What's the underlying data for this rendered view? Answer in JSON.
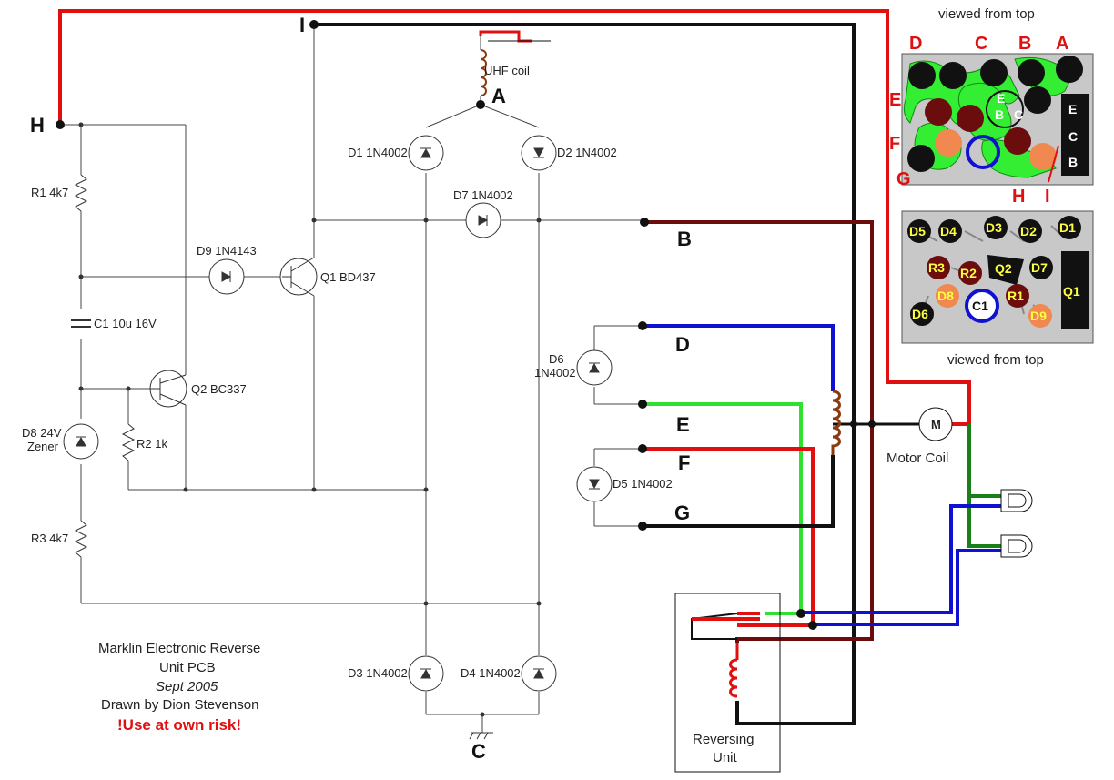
{
  "nodes": {
    "A": "A",
    "B": "B",
    "C": "C",
    "D": "D",
    "E": "E",
    "F": "F",
    "G": "G",
    "H": "H",
    "I": "I"
  },
  "components": {
    "r1": "R1 4k7",
    "c1": "C1 10u 16V",
    "d8_line1": "D8 24V",
    "d8_line2": "Zener",
    "r2": "R2 1k",
    "r3": "R3 4k7",
    "q2": "Q2 BC337",
    "q1": "Q1 BD437",
    "d9": "D9 1N4143",
    "uhf": "UHF coil",
    "d1": "D1 1N4002",
    "d2": "D2 1N4002",
    "d7": "D7 1N4002",
    "d6_line1": "D6",
    "d6_line2": "1N4002",
    "d5": "D5 1N4002",
    "d3": "D3 1N4002",
    "d4": "D4 1N4002",
    "motor_symbol": "M",
    "motor": "Motor Coil",
    "reversing_line1": "Reversing",
    "reversing_line2": "Unit"
  },
  "title": {
    "line1": "Marklin Electronic Reverse",
    "line2": "Unit PCB",
    "line3": "Sept 2005",
    "line4": "Drawn by Dion Stevenson",
    "warning": "!Use at own risk!"
  },
  "pcb_top": {
    "caption": "viewed from top",
    "letters": [
      "D",
      "C",
      "B",
      "A",
      "E",
      "F",
      "G",
      "H",
      "I"
    ],
    "tab_pins": [
      "E",
      "C",
      "B"
    ],
    "transistor_pins": [
      "E",
      "B",
      "C"
    ]
  },
  "pcb_bottom": {
    "caption": "viewed from top",
    "parts": [
      "D5",
      "D4",
      "D3",
      "D2",
      "D1",
      "R3",
      "R2",
      "Q2",
      "D7",
      "Q1",
      "D8",
      "C1",
      "R1",
      "D6",
      "D9"
    ]
  },
  "colors": {
    "red": "#e01010",
    "black": "#111111",
    "maroon": "#6b0d0d",
    "blue": "#1010d0",
    "green": "#30e030",
    "darkgreen": "#188018",
    "pcb_green": "#33ee33"
  }
}
